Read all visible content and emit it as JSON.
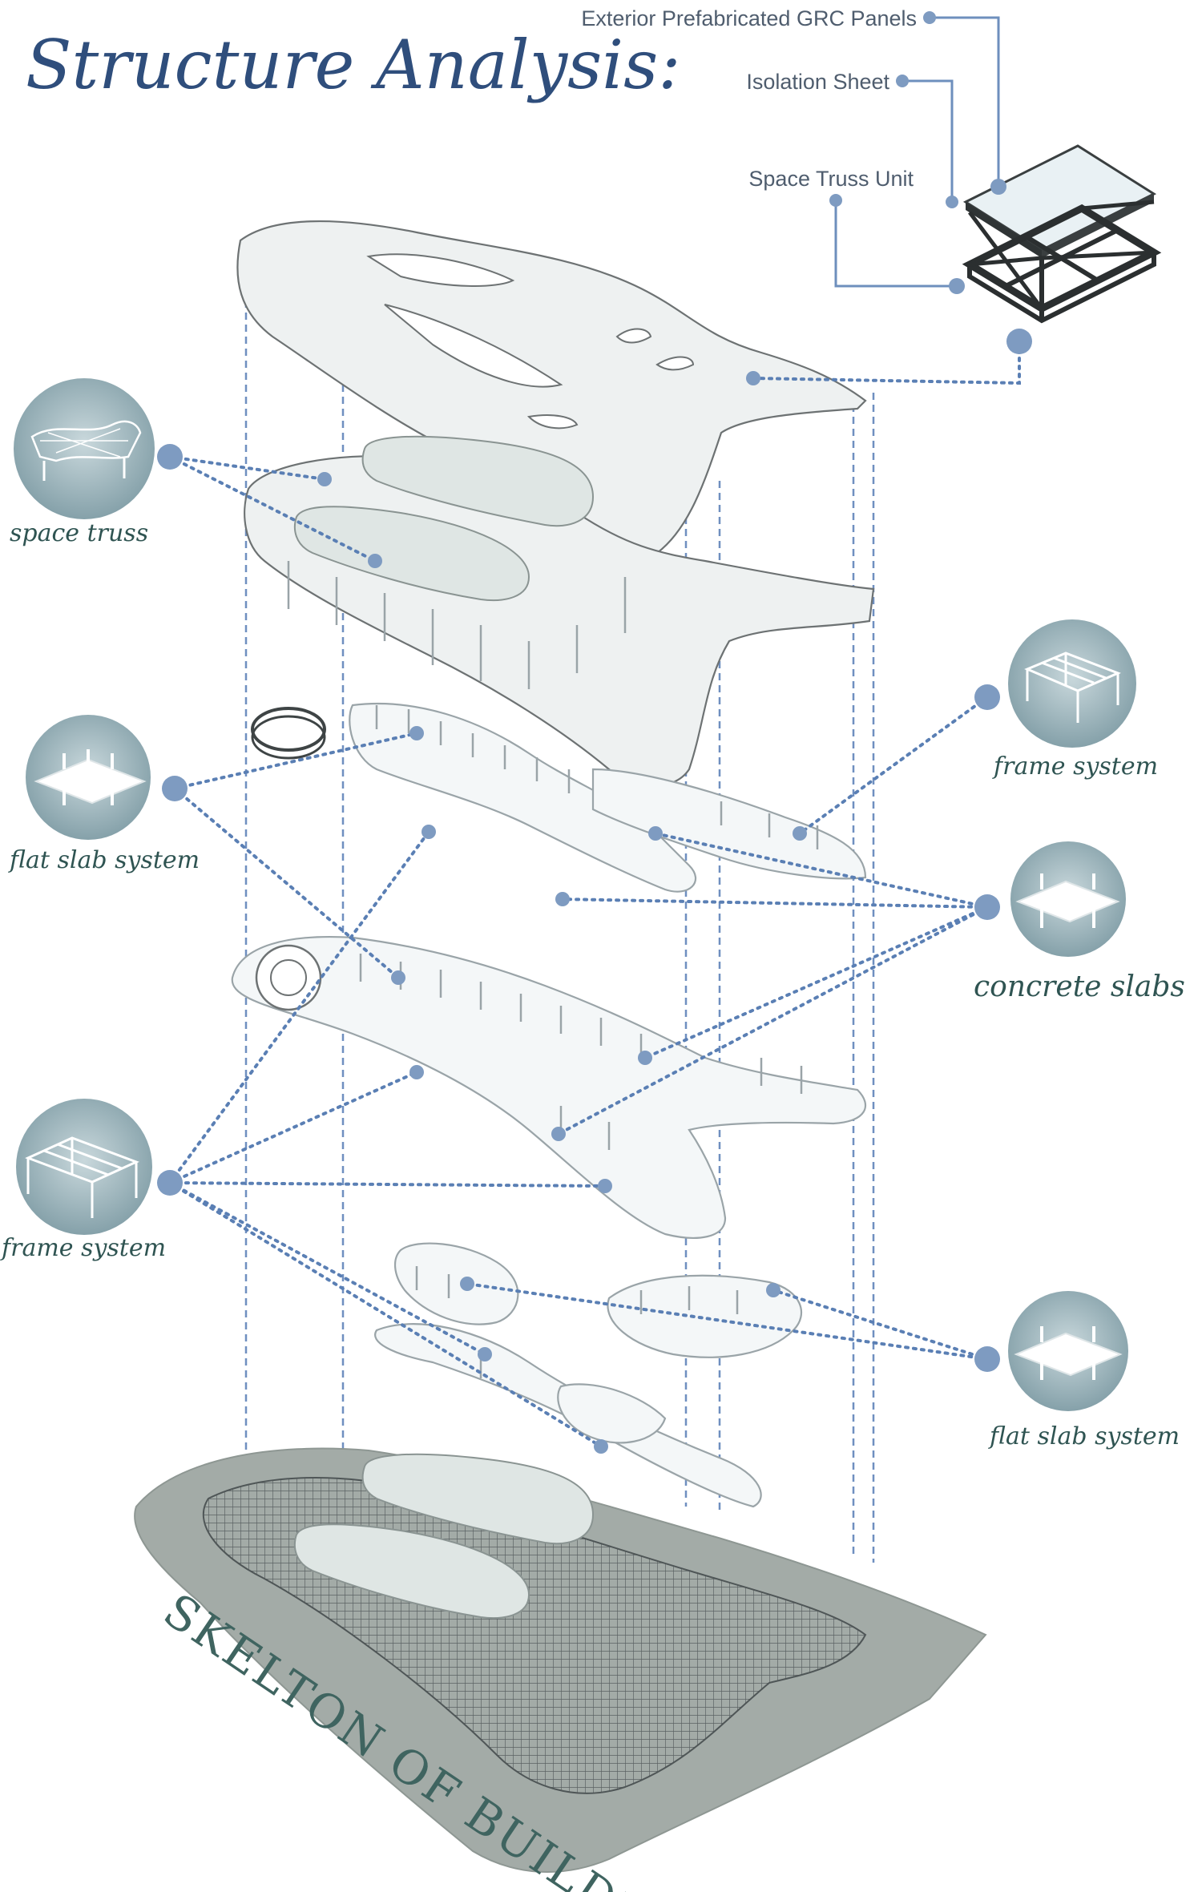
{
  "title": "Structure Analysis:",
  "detail_callouts": [
    "Exterior Prefabricated GRC Panels",
    "Isolation Sheet",
    "Space Truss Unit"
  ],
  "labels": {
    "space_truss": "space truss",
    "flat_slab_left": "flat slab system",
    "frame_system_right": "frame system",
    "concrete_slabs": "concrete slabs",
    "frame_system_left": "frame system",
    "flat_slab_right": "flat slab system"
  },
  "base_label": "SKELTON OF BUILDING",
  "colors": {
    "title": "#2f4e7c",
    "accent_dot": "#7e9bc1",
    "leader_line": "#5a7fb4",
    "thumb_circle": "#8aa5ad",
    "label_text": "#2f5452",
    "base_ground": "#a3aba7"
  }
}
